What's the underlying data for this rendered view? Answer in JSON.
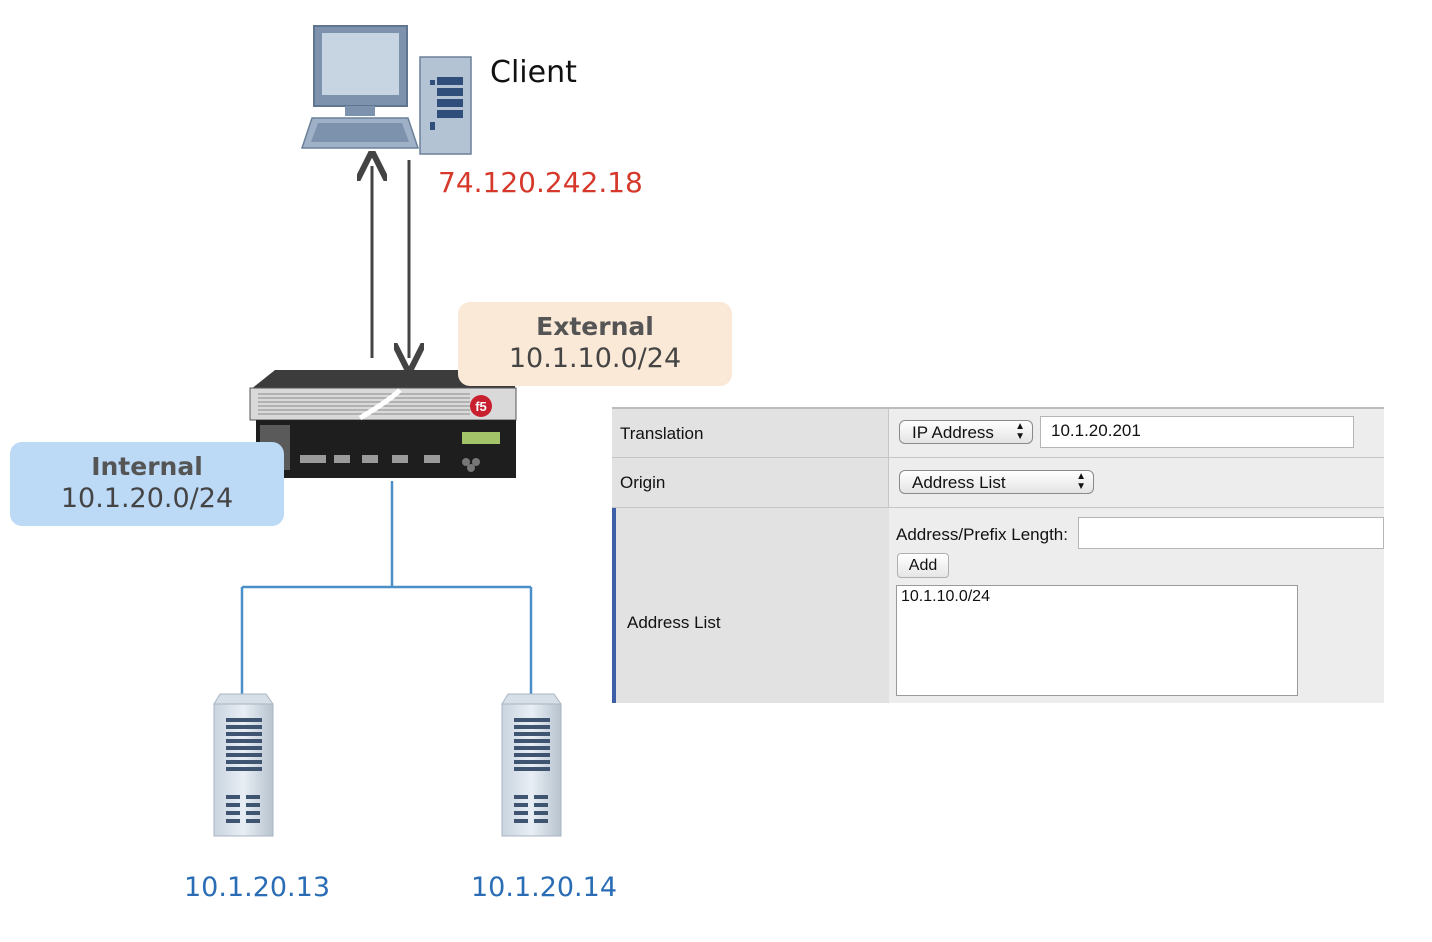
{
  "client": {
    "label": "Client",
    "ip": "74.120.242.18",
    "ip_color": "#d6392b"
  },
  "external": {
    "name": "External",
    "subnet": "10.1.10.0/24",
    "color": "#fbe9d7"
  },
  "internal": {
    "name": "Internal",
    "subnet": "10.1.20.0/24",
    "color": "#bcd9f6"
  },
  "servers": [
    {
      "ip": "10.1.20.13"
    },
    {
      "ip": "10.1.20.14"
    }
  ],
  "config": {
    "translation": {
      "label": "Translation",
      "select_value": "IP Address",
      "input_value": "10.1.20.201"
    },
    "origin": {
      "label": "Origin",
      "select_value": "Address List"
    },
    "address_list": {
      "label": "Address List",
      "prefix_label": "Address/Prefix Length:",
      "prefix_value": "",
      "add_button": "Add",
      "entries": "10.1.10.0/24"
    }
  },
  "icons": [
    "computer-monitor-icon",
    "tower-pc-icon",
    "f5-bigip-appliance-icon",
    "server-icon"
  ],
  "line_color": "#4a8fc7"
}
